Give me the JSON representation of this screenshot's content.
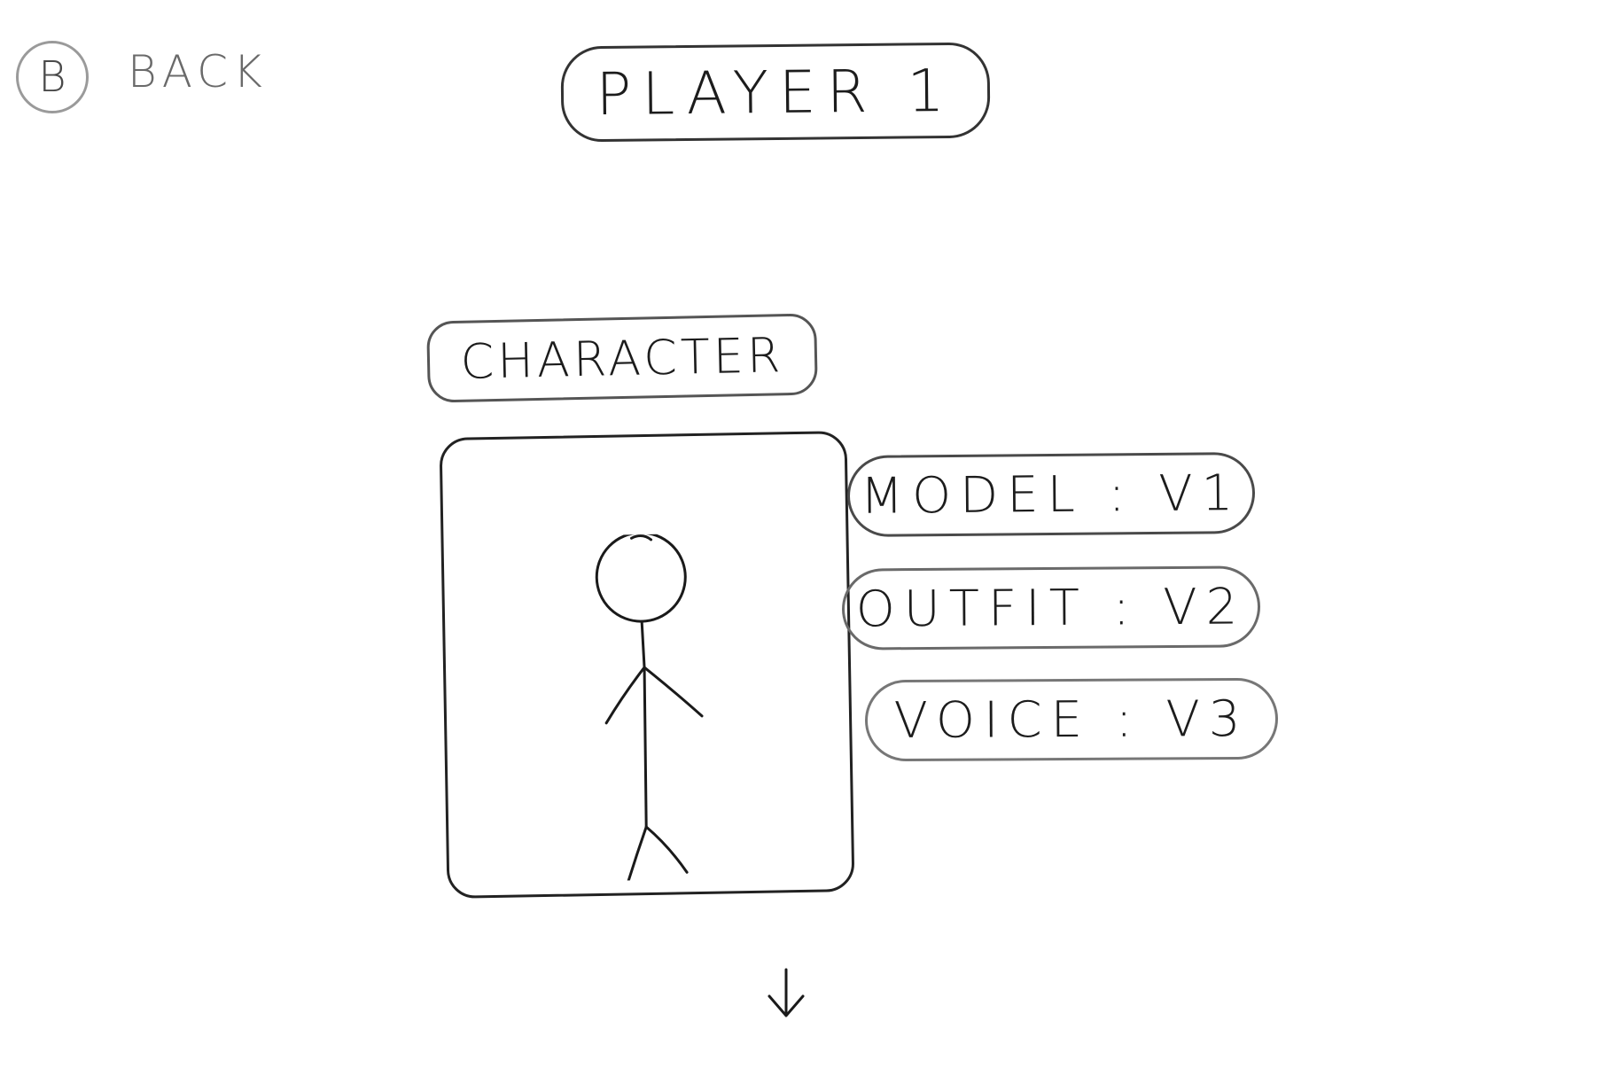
{
  "back": {
    "button_glyph": "B",
    "label": "BACK"
  },
  "header": {
    "title": "PLAYER 1"
  },
  "section": {
    "tab_label": "CHARACTER"
  },
  "preview": {
    "icon": "stick-figure-icon"
  },
  "options": {
    "model": "MODEL : V1",
    "outfit": "OUTFIT : V2",
    "voice": "VOICE : V3"
  },
  "navigation": {
    "scroll_icon": "arrow-down-icon"
  },
  "colors": {
    "ink": "#1c1c1c",
    "pencil": "#8a8a8a",
    "paper": "#ffffff"
  }
}
